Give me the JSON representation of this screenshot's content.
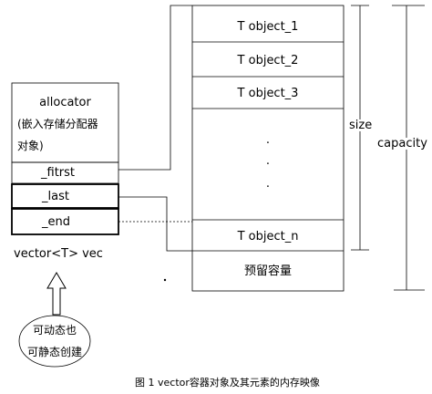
{
  "vector_object": {
    "allocator_title": "allocator",
    "allocator_desc_line1": "(嵌入存储分配器",
    "allocator_desc_line2": "对象)",
    "first": "_fitrst",
    "last": "_last",
    "end": "_end",
    "caption": "vector<T> vec"
  },
  "memory": {
    "cells": [
      "T object_1",
      "T object_2",
      "T object_3"
    ],
    "ellipsis": ".",
    "last_cell": "T object_n",
    "reserved": "预留容量"
  },
  "dimensions": {
    "size_label": "size",
    "capacity_label": "capacity"
  },
  "creation_note": {
    "line1": "可动态也",
    "line2": "可静态创建"
  },
  "figure_caption": "图 1  vector容器对象及其元素的内存映像"
}
